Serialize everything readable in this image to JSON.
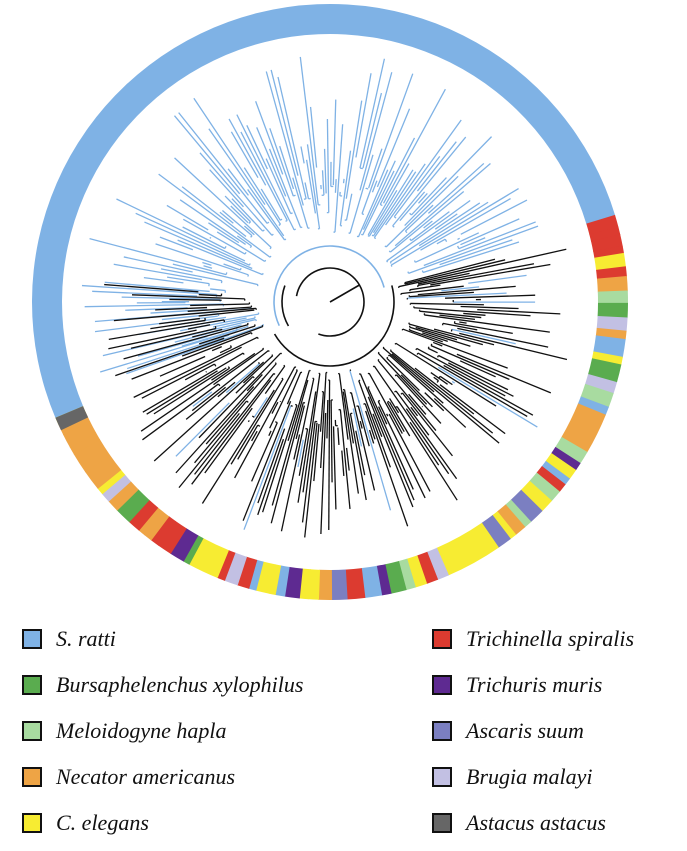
{
  "figure": {
    "species": [
      {
        "key": "s_ratti",
        "name": "S. ratti",
        "color": "#7fb2e5"
      },
      {
        "key": "bursaphelenchus",
        "name": "Bursaphelenchus xylophilus",
        "color": "#5aac4f"
      },
      {
        "key": "meloidogyne",
        "name": "Meloidogyne hapla",
        "color": "#a8dba0"
      },
      {
        "key": "necator",
        "name": "Necator americanus",
        "color": "#eea445"
      },
      {
        "key": "c_elegans",
        "name": "C. elegans",
        "color": "#f7ec32"
      },
      {
        "key": "trichinella",
        "name": "Trichinella spiralis",
        "color": "#dc3b30"
      },
      {
        "key": "trichuris",
        "name": "Trichuris muris",
        "color": "#5e2a91"
      },
      {
        "key": "ascaris",
        "name": "Ascaris suum",
        "color": "#7b7fc1"
      },
      {
        "key": "brugia",
        "name": "Brugia malayi",
        "color": "#c2c0e3"
      },
      {
        "key": "astacus",
        "name": "Astacus astacus",
        "color": "#666666"
      }
    ],
    "tree_colors": {
      "s_ratti_clade": "#7fb2e5",
      "other_clade": "#111111"
    }
  }
}
